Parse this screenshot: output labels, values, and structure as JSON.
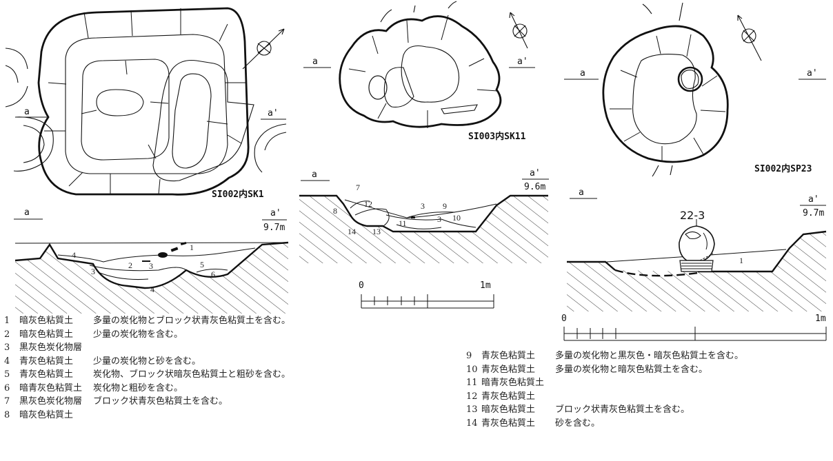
{
  "labels": {
    "a": "a",
    "a_prime": "a'",
    "elev_97": "9.7m",
    "elev_96": "9.6m",
    "scale_zero": "0",
    "scale_one": "1m",
    "artifact": "22-3"
  },
  "captions": {
    "sk1": "SI002内SK1",
    "sk11": "SI003内SK11",
    "sp23": "SI002内SP23"
  },
  "layer_numbers": {
    "sk1": [
      "1",
      "2",
      "3",
      "3",
      "4",
      "4",
      "5",
      "6"
    ],
    "sk11": [
      "7",
      "8",
      "12",
      "14",
      "13",
      "11",
      "3",
      "9",
      "3",
      "10"
    ],
    "sp23": [
      "1"
    ]
  },
  "legend_left": [
    {
      "no": "1",
      "soil": "暗灰色粘質土",
      "note": "多量の炭化物とブロック状青灰色粘質土を含む。"
    },
    {
      "no": "2",
      "soil": "暗灰色粘質土",
      "note": "少量の炭化物を含む。"
    },
    {
      "no": "3",
      "soil": "黒灰色炭化物層",
      "note": ""
    },
    {
      "no": "4",
      "soil": "青灰色粘質土",
      "note": "少量の炭化物と砂を含む。"
    },
    {
      "no": "5",
      "soil": "青灰色粘質土",
      "note": "炭化物、ブロック状暗灰色粘質土と粗砂を含む。"
    },
    {
      "no": "6",
      "soil": "暗青灰色粘質土",
      "note": "炭化物と粗砂を含む。"
    },
    {
      "no": "7",
      "soil": "黒灰色炭化物層",
      "note": "ブロック状青灰色粘質土を含む。"
    },
    {
      "no": "8",
      "soil": "暗灰色粘質土",
      "note": ""
    }
  ],
  "legend_right": [
    {
      "no": "9",
      "soil": "青灰色粘質土",
      "note": "多量の炭化物と黒灰色・暗灰色粘質土を含む。"
    },
    {
      "no": "10",
      "soil": "青灰色粘質土",
      "note": "多量の炭化物と暗灰色粘質土を含む。"
    },
    {
      "no": "11",
      "soil": "暗青灰色粘質土",
      "note": ""
    },
    {
      "no": "12",
      "soil": "青灰色粘質土",
      "note": ""
    },
    {
      "no": "13",
      "soil": "暗灰色粘質土",
      "note": "ブロック状青灰色粘質土を含む。"
    },
    {
      "no": "14",
      "soil": "青灰色粘質土",
      "note": "砂を含む。"
    }
  ]
}
